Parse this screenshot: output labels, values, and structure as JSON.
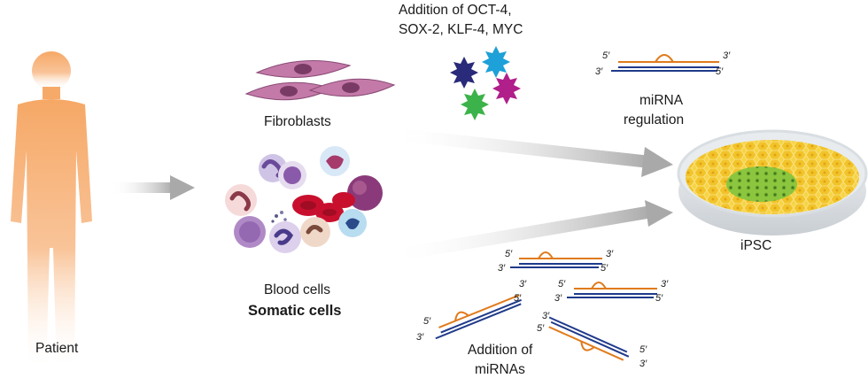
{
  "labels": {
    "patient": "Patient",
    "fibroblasts": "Fibroblasts",
    "blood_cells": "Blood cells",
    "somatic_cells": "Somatic cells",
    "factors_line1": "Addition of OCT-4,",
    "factors_line2": "SOX-2, KLF-4, MYC",
    "mirna_reg_line1": "miRNA",
    "mirna_reg_line2": "regulation",
    "ipsc": "iPSC",
    "add_mirna_line1": "Addition of",
    "add_mirna_line2": "miRNAs"
  },
  "strand_ends": {
    "five_prime": "5′",
    "three_prime": "3′"
  },
  "colors": {
    "silhouette": "#f6b07a",
    "arrow": "#b4b4b4",
    "fibroblast": "#c47aa8",
    "rbc": "#c8102e",
    "strand_top": "#e07b1c",
    "strand_bottom": "#1f3a8a",
    "factor_navy": "#2a2a7a",
    "factor_cyan": "#1ea0d8",
    "factor_magenta": "#b01f8a",
    "factor_green": "#3cb34a",
    "dish_cells": "#f2c82e",
    "ipsc_colony": "#8cc63e"
  }
}
